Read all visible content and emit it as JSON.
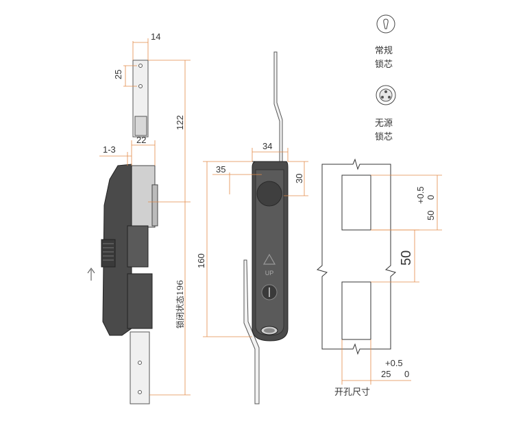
{
  "dimensions": {
    "d14": "14",
    "d25": "25",
    "d122": "122",
    "d1_3": "1-3",
    "d22": "22",
    "d34": "34",
    "d35": "35",
    "d30": "30",
    "d160": "160",
    "d196": "锁闭状态196",
    "d50_big": "50",
    "d50_side": "50",
    "tol_plus": "+0.5",
    "tol_zero": "0",
    "d25_bottom": "25",
    "tol_plus_b": "+0.5",
    "tol_zero_b": "0",
    "up_label": "UP"
  },
  "legend": {
    "regular_line1": "常规",
    "regular_line2": "锁芯",
    "passive_line1": "无源",
    "passive_line2": "锁芯",
    "regular_icon": "keyhole-icon",
    "passive_icon": "triangle-core-icon"
  },
  "cutout": {
    "caption": "开孔尺寸"
  },
  "colors": {
    "body_dark": "#4a4a4a",
    "body_mid": "#6b6b6b",
    "metal": "#e6e6e6",
    "dim_line": "#e38a47"
  }
}
